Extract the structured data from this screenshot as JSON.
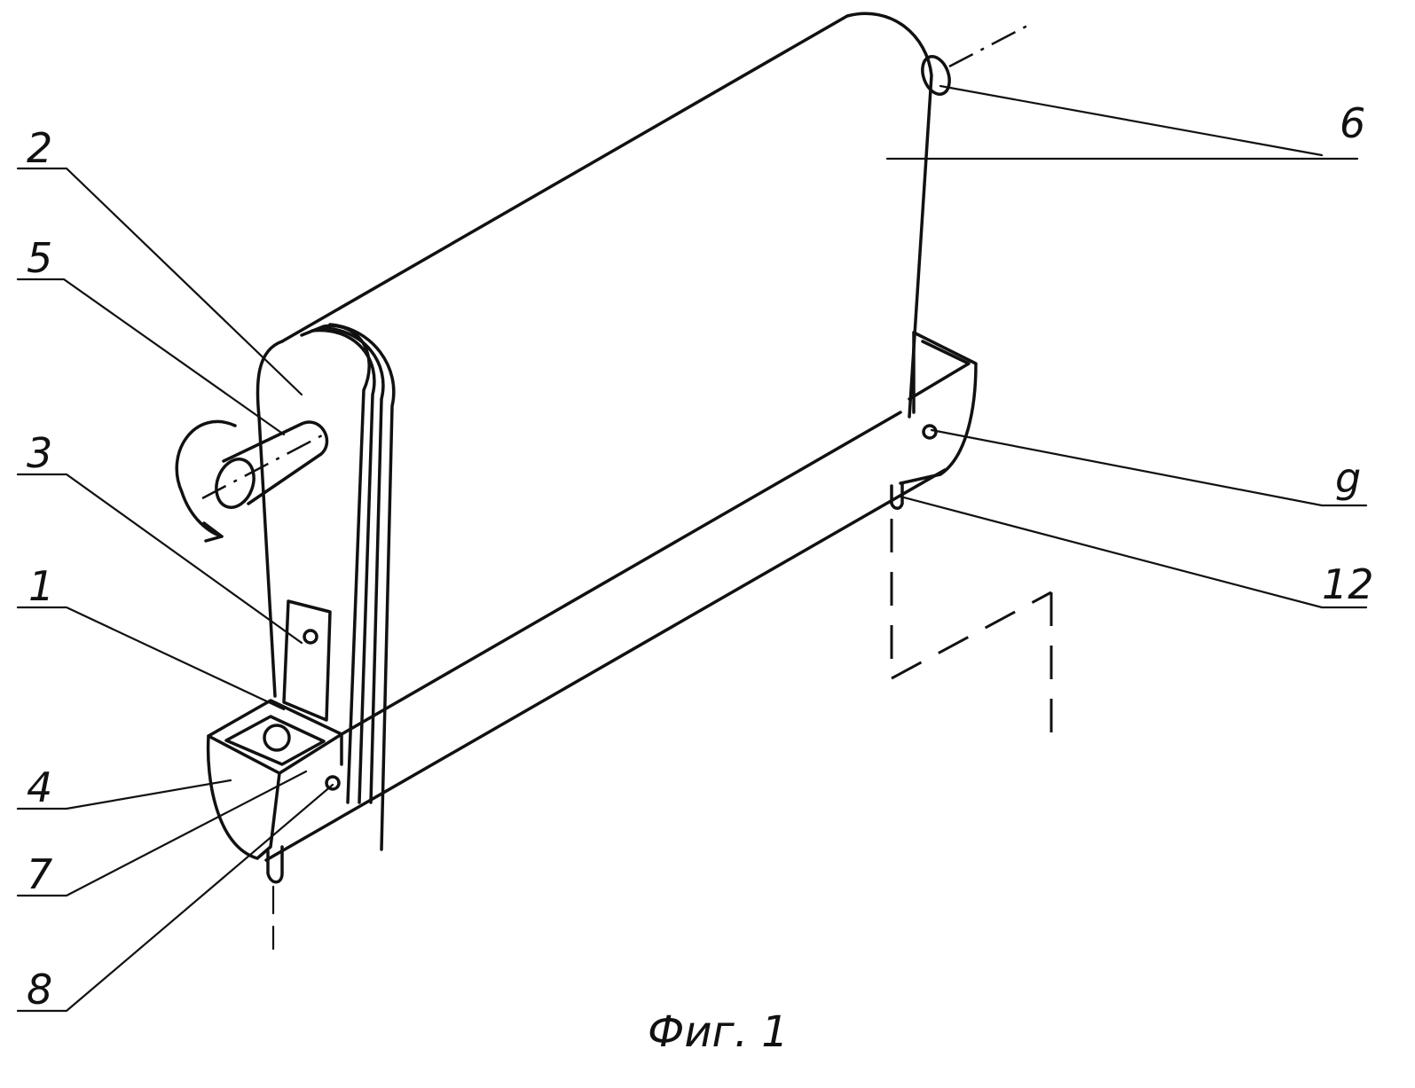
{
  "labels": {
    "n1": "1",
    "n2": "2",
    "n3": "3",
    "n4": "4",
    "n5": "5",
    "n6": "6",
    "n7": "7",
    "n8": "8",
    "n9": "g",
    "n12": "12"
  },
  "caption": "Фиг. 1"
}
